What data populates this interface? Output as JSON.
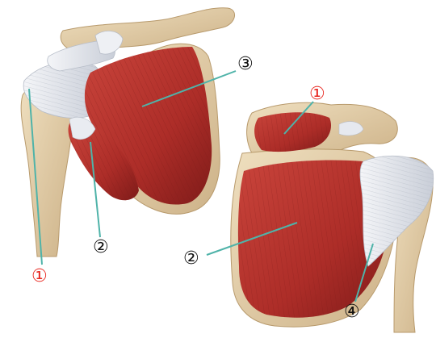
{
  "colors": {
    "bone": "#e6d3b0",
    "bone_edge": "#c2a77c",
    "muscle": "#b8322c",
    "muscle_dark": "#8a1f1c",
    "tendon": "#e4e7ee",
    "leader_line": "#4fb3a9",
    "label_red": "#e8261f",
    "label_black": "#111111"
  },
  "labels": {
    "left_1": "①",
    "left_2": "②",
    "left_3": "③",
    "right_1": "①",
    "right_2": "②",
    "right_4": "④"
  }
}
